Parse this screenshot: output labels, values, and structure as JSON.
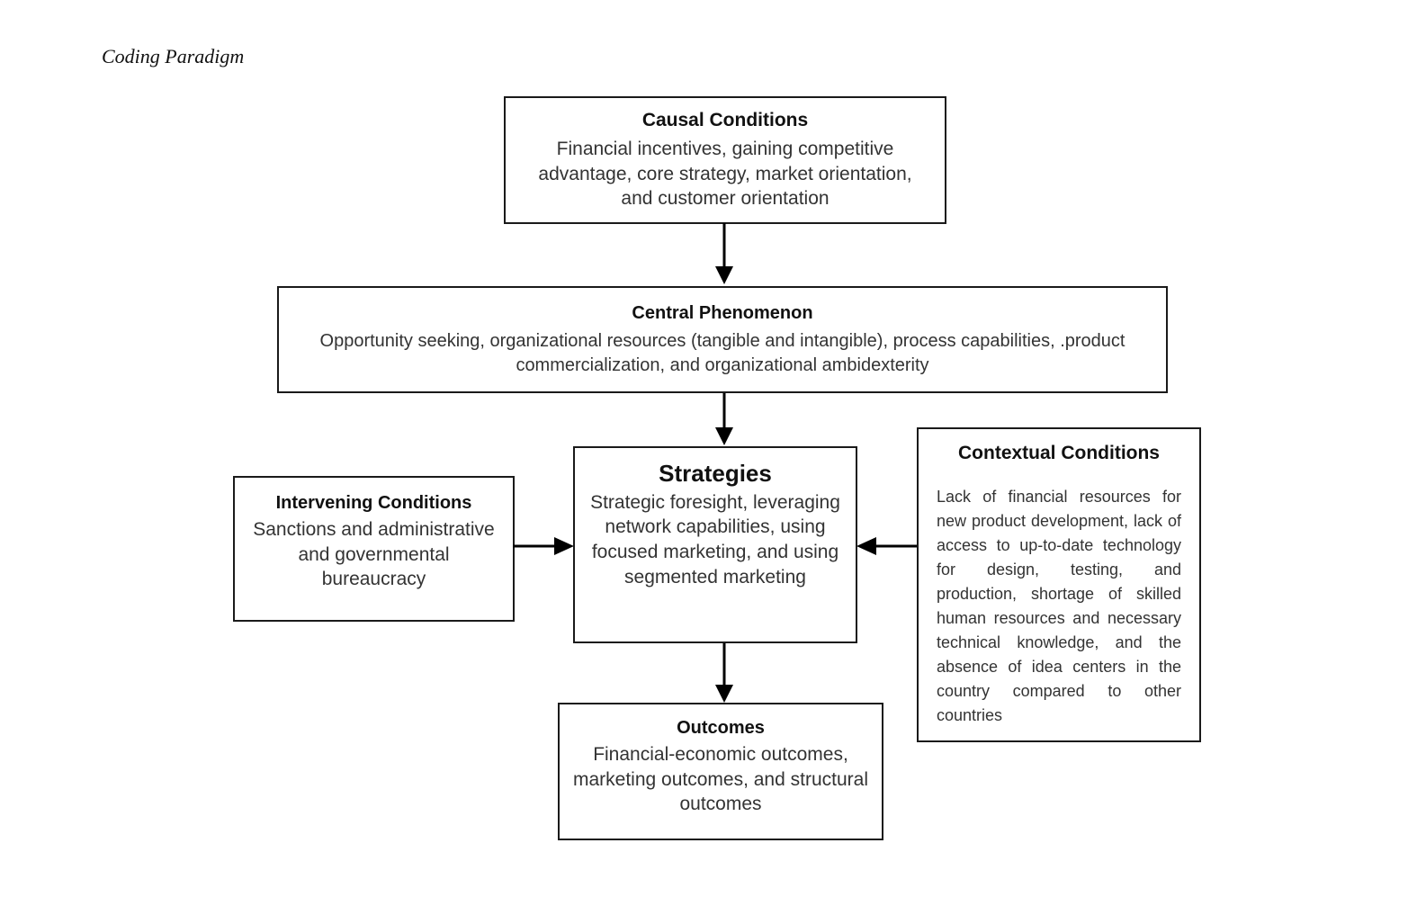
{
  "figure": {
    "title": "Coding Paradigm"
  },
  "nodes": {
    "causal": {
      "title": "Causal Conditions",
      "body": "Financial incentives, gaining competitive advantage, core strategy, market orientation, and customer orientation"
    },
    "central": {
      "title": "Central Phenomenon",
      "body": "Opportunity seeking, organizational resources (tangible and intangible), process capabilities, .product commercialization, and organizational ambidexterity"
    },
    "strategies": {
      "title": "Strategies",
      "body": "Strategic foresight, leveraging network capabilities, using focused marketing, and using segmented marketing"
    },
    "intervening": {
      "title": "Intervening Conditions",
      "body": "Sanctions and administrative and governmental bureaucracy"
    },
    "contextual": {
      "title": "Contextual Conditions",
      "body": "Lack of financial resources for new product development, lack of access to up-to-date technology for design, testing, and production, shortage of skilled human resources and necessary technical knowledge, and the absence of idea centers in the country compared to other countries"
    },
    "outcomes": {
      "title": "Outcomes",
      "body": "Financial-economic outcomes, marketing outcomes, and structural outcomes"
    }
  },
  "arrows": [
    {
      "name": "causal-to-central",
      "from": "causal",
      "to": "central",
      "direction": "down"
    },
    {
      "name": "central-to-strategies",
      "from": "central",
      "to": "strategies",
      "direction": "down"
    },
    {
      "name": "strategies-to-outcomes",
      "from": "strategies",
      "to": "outcomes",
      "direction": "down"
    },
    {
      "name": "intervening-to-strategies",
      "from": "intervening",
      "to": "strategies",
      "direction": "right"
    },
    {
      "name": "contextual-to-strategies",
      "from": "contextual",
      "to": "strategies",
      "direction": "left"
    }
  ],
  "colors": {
    "background": "#ffffff",
    "border": "#1a1a1a",
    "title_text": "#111111",
    "body_text": "#333333",
    "arrow": "#000000"
  }
}
